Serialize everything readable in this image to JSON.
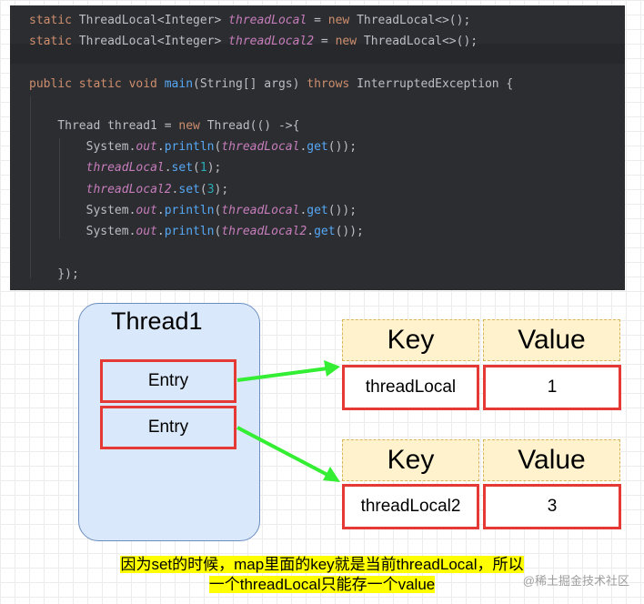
{
  "code": {
    "lines": [
      [
        [
          "kw",
          "static "
        ],
        [
          "ty",
          "ThreadLocal<Integer> "
        ],
        [
          "fi",
          "threadLocal"
        ],
        [
          "ty",
          " = "
        ],
        [
          "kw",
          "new "
        ],
        [
          "ty",
          "ThreadLocal<>();"
        ]
      ],
      [
        [
          "kw",
          "static "
        ],
        [
          "ty",
          "ThreadLocal<Integer> "
        ],
        [
          "fi",
          "threadLocal2"
        ],
        [
          "ty",
          " = "
        ],
        [
          "kw",
          "new "
        ],
        [
          "ty",
          "ThreadLocal<>();"
        ]
      ],
      [],
      [
        [
          "kw",
          "public static void "
        ],
        [
          "fn",
          "main"
        ],
        [
          "ty",
          "(String[] args) "
        ],
        [
          "kw",
          "throws "
        ],
        [
          "ty",
          "InterruptedException {"
        ]
      ],
      [],
      [
        [
          "ty",
          "    Thread thread1 = "
        ],
        [
          "kw",
          "new "
        ],
        [
          "ty",
          "Thread(() ->{"
        ]
      ],
      [
        [
          "ty",
          "        System."
        ],
        [
          "st",
          "out"
        ],
        [
          "ty",
          "."
        ],
        [
          "fn",
          "println"
        ],
        [
          "ty",
          "("
        ],
        [
          "fi",
          "threadLocal"
        ],
        [
          "ty",
          "."
        ],
        [
          "fn",
          "get"
        ],
        [
          "ty",
          "());"
        ]
      ],
      [
        [
          "ty",
          "        "
        ],
        [
          "fi",
          "threadLocal"
        ],
        [
          "ty",
          "."
        ],
        [
          "fn",
          "set"
        ],
        [
          "ty",
          "("
        ],
        [
          "nu",
          "1"
        ],
        [
          "ty",
          ");"
        ]
      ],
      [
        [
          "ty",
          "        "
        ],
        [
          "fi",
          "threadLocal2"
        ],
        [
          "ty",
          "."
        ],
        [
          "fn",
          "set"
        ],
        [
          "ty",
          "("
        ],
        [
          "nu",
          "3"
        ],
        [
          "ty",
          ");"
        ]
      ],
      [
        [
          "ty",
          "        System."
        ],
        [
          "st",
          "out"
        ],
        [
          "ty",
          "."
        ],
        [
          "fn",
          "println"
        ],
        [
          "ty",
          "("
        ],
        [
          "fi",
          "threadLocal"
        ],
        [
          "ty",
          "."
        ],
        [
          "fn",
          "get"
        ],
        [
          "ty",
          "());"
        ]
      ],
      [
        [
          "ty",
          "        System."
        ],
        [
          "st",
          "out"
        ],
        [
          "ty",
          "."
        ],
        [
          "fn",
          "println"
        ],
        [
          "ty",
          "("
        ],
        [
          "fi",
          "threadLocal2"
        ],
        [
          "ty",
          "."
        ],
        [
          "fn",
          "get"
        ],
        [
          "ty",
          "());"
        ]
      ],
      [],
      [
        [
          "ty",
          "    });"
        ]
      ]
    ]
  },
  "diagram": {
    "thread_title": "Thread1",
    "entries": [
      "Entry",
      "Entry"
    ],
    "maps": [
      {
        "key_header": "Key",
        "value_header": "Value",
        "key": "threadLocal",
        "value": "1"
      },
      {
        "key_header": "Key",
        "value_header": "Value",
        "key": "threadLocal2",
        "value": "3"
      }
    ],
    "colors": {
      "thread_fill": "#dae8fc",
      "header_fill": "#fff2cc",
      "border_red": "#e53935",
      "arrow_green": "#33ee33"
    }
  },
  "caption": {
    "line1": "因为set的时候，map里面的key就是当前threadLocal，所以",
    "line2": "一个threadLocal只能存一个value"
  },
  "watermark": "@稀土掘金技术社区"
}
